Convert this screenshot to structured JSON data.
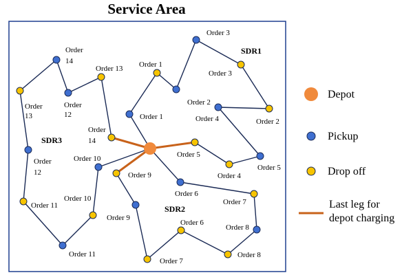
{
  "title": "Service Area",
  "colors": {
    "border": "#1f3f8f",
    "route": "#1a2a55",
    "depot": "#f08a3c",
    "pickup": "#3f6fd0",
    "pickup_stroke": "#1a2a55",
    "dropoff": "#f7c400",
    "dropoff_stroke": "#1a2a55",
    "charging": "#c8621a"
  },
  "nodes": [
    {
      "id": "depot",
      "type": "depot"
    },
    {
      "id": "sdr1_p1",
      "type": "pickup"
    },
    {
      "id": "sdr1_d1",
      "type": "dropoff"
    },
    {
      "id": "sdr1_p2",
      "type": "pickup"
    },
    {
      "id": "sdr1_p3",
      "type": "pickup"
    },
    {
      "id": "sdr1_d3",
      "type": "dropoff"
    },
    {
      "id": "sdr1_d2",
      "type": "dropoff"
    },
    {
      "id": "sdr1_p4",
      "type": "pickup"
    },
    {
      "id": "sdr1_p5",
      "type": "pickup"
    },
    {
      "id": "sdr1_d4",
      "type": "dropoff"
    },
    {
      "id": "sdr1_d5",
      "type": "dropoff"
    },
    {
      "id": "sdr2_p6",
      "type": "pickup"
    },
    {
      "id": "sdr2_d7",
      "type": "dropoff"
    },
    {
      "id": "sdr2_p8",
      "type": "pickup"
    },
    {
      "id": "sdr2_d8",
      "type": "dropoff"
    },
    {
      "id": "sdr2_d6",
      "type": "dropoff"
    },
    {
      "id": "sdr2_p7",
      "type": "dropoff"
    },
    {
      "id": "sdr2_p9",
      "type": "pickup"
    },
    {
      "id": "sdr2_d9",
      "type": "dropoff"
    },
    {
      "id": "sdr3_d14",
      "type": "dropoff"
    },
    {
      "id": "sdr3_p13",
      "type": "dropoff"
    },
    {
      "id": "sdr3_d13",
      "type": "pickup"
    },
    {
      "id": "sdr3_p14",
      "type": "pickup"
    },
    {
      "id": "sdr3_d12",
      "type": "dropoff"
    },
    {
      "id": "sdr3_p12",
      "type": "pickup"
    },
    {
      "id": "sdr3_d11",
      "type": "dropoff"
    },
    {
      "id": "sdr3_p11",
      "type": "pickup"
    },
    {
      "id": "sdr3_d10",
      "type": "dropoff"
    },
    {
      "id": "sdr3_p10",
      "type": "pickup"
    }
  ],
  "edges": [
    {
      "from": "depot",
      "to": "sdr1_p1",
      "kind": "route"
    },
    {
      "from": "sdr1_p1",
      "to": "sdr1_d1",
      "kind": "route"
    },
    {
      "from": "sdr1_d1",
      "to": "sdr1_p2",
      "kind": "route"
    },
    {
      "from": "sdr1_p2",
      "to": "sdr1_p3",
      "kind": "route"
    },
    {
      "from": "sdr1_p3",
      "to": "sdr1_d3",
      "kind": "route"
    },
    {
      "from": "sdr1_d3",
      "to": "sdr1_d2",
      "kind": "route"
    },
    {
      "from": "sdr1_d2",
      "to": "sdr1_p4",
      "kind": "route"
    },
    {
      "from": "sdr1_p4",
      "to": "sdr1_p5",
      "kind": "route"
    },
    {
      "from": "sdr1_p5",
      "to": "sdr1_d4",
      "kind": "route"
    },
    {
      "from": "sdr1_d4",
      "to": "sdr1_d5",
      "kind": "route"
    },
    {
      "from": "sdr1_d5",
      "to": "depot",
      "kind": "charging"
    },
    {
      "from": "depot",
      "to": "sdr2_p6",
      "kind": "route"
    },
    {
      "from": "sdr2_p6",
      "to": "sdr2_d7",
      "kind": "route"
    },
    {
      "from": "sdr2_d7",
      "to": "sdr2_p8",
      "kind": "route"
    },
    {
      "from": "sdr2_p8",
      "to": "sdr2_d8",
      "kind": "route"
    },
    {
      "from": "sdr2_d8",
      "to": "sdr2_d6",
      "kind": "route"
    },
    {
      "from": "sdr2_d6",
      "to": "sdr2_p7",
      "kind": "route"
    },
    {
      "from": "sdr2_p7",
      "to": "sdr2_p9",
      "kind": "route"
    },
    {
      "from": "sdr2_p9",
      "to": "sdr2_d9",
      "kind": "route"
    },
    {
      "from": "sdr2_d9",
      "to": "depot",
      "kind": "charging"
    },
    {
      "from": "depot",
      "to": "sdr3_d14",
      "kind": "charging"
    },
    {
      "from": "sdr3_d14",
      "to": "sdr3_p13",
      "kind": "route"
    },
    {
      "from": "sdr3_p13",
      "to": "sdr3_d13",
      "kind": "route"
    },
    {
      "from": "sdr3_d13",
      "to": "sdr3_p14",
      "kind": "route"
    },
    {
      "from": "sdr3_p14",
      "to": "sdr3_d12",
      "kind": "route"
    },
    {
      "from": "sdr3_d12",
      "to": "sdr3_p12",
      "kind": "route"
    },
    {
      "from": "sdr3_p12",
      "to": "sdr3_d11",
      "kind": "route"
    },
    {
      "from": "sdr3_d11",
      "to": "sdr3_p11",
      "kind": "route"
    },
    {
      "from": "sdr3_p11",
      "to": "sdr3_d10",
      "kind": "route"
    },
    {
      "from": "sdr3_d10",
      "to": "sdr3_p10",
      "kind": "route"
    },
    {
      "from": "sdr3_p10",
      "to": "depot",
      "kind": "route"
    }
  ],
  "node_labels": [
    {
      "id": "l_o3_top",
      "text": "Order 3"
    },
    {
      "id": "l_sdr1",
      "text": "SDR1",
      "region": true
    },
    {
      "id": "l_o1_top",
      "text": "Order 1"
    },
    {
      "id": "l_o3_mid",
      "text": "Order 3"
    },
    {
      "id": "l_o2_l",
      "text": "Order 2"
    },
    {
      "id": "l_o1_bot",
      "text": "Order 1"
    },
    {
      "id": "l_o4_l",
      "text": "Order 4"
    },
    {
      "id": "l_o2_r",
      "text": "Order 2"
    },
    {
      "id": "l_o5_l",
      "text": "Order 5"
    },
    {
      "id": "l_o4_r",
      "text": "Order 4"
    },
    {
      "id": "l_o5_r",
      "text": "Order 5"
    },
    {
      "id": "l_o14_a",
      "text": "Order"
    },
    {
      "id": "l_o14_b",
      "text": "14"
    },
    {
      "id": "l_o13_top",
      "text": "Order 13"
    },
    {
      "id": "l_o13a",
      "text": "Order"
    },
    {
      "id": "l_o13b",
      "text": "13"
    },
    {
      "id": "l_o12a",
      "text": "Order"
    },
    {
      "id": "l_o12b",
      "text": "12"
    },
    {
      "id": "l_sdr3",
      "text": "SDR3",
      "region": true
    },
    {
      "id": "l_o14c",
      "text": "Order"
    },
    {
      "id": "l_o14d",
      "text": "14"
    },
    {
      "id": "l_o12c",
      "text": "Order"
    },
    {
      "id": "l_o12d",
      "text": "12"
    },
    {
      "id": "l_o10a",
      "text": "Order 10"
    },
    {
      "id": "l_o9a",
      "text": "Order 9"
    },
    {
      "id": "l_o11a",
      "text": "Order 11"
    },
    {
      "id": "l_o10b",
      "text": "Order 10"
    },
    {
      "id": "l_o9b",
      "text": "Order 9"
    },
    {
      "id": "l_o11b",
      "text": "Order 11"
    },
    {
      "id": "l_o6a",
      "text": "Order 6"
    },
    {
      "id": "l_o7a",
      "text": "Order 7"
    },
    {
      "id": "l_sdr2",
      "text": "SDR2",
      "region": true
    },
    {
      "id": "l_o6b",
      "text": "Order 6"
    },
    {
      "id": "l_o8a",
      "text": "Order 8"
    },
    {
      "id": "l_o8b",
      "text": "Order 8"
    },
    {
      "id": "l_o7b",
      "text": "Order 7"
    }
  ],
  "legend": [
    {
      "key": "depot",
      "text": "Depot"
    },
    {
      "key": "pickup",
      "text": "Pickup"
    },
    {
      "key": "dropoff",
      "text": "Drop off"
    },
    {
      "key": "charging",
      "text": "Last leg for",
      "text2": "depot charging"
    }
  ]
}
